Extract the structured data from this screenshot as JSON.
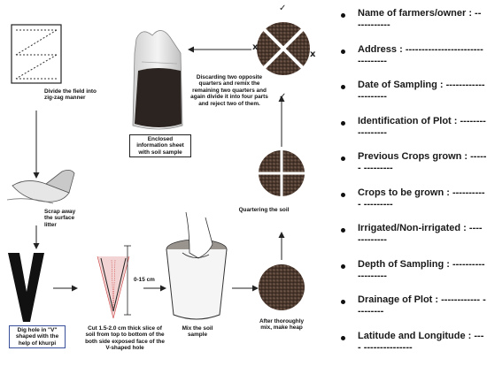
{
  "diagram": {
    "steps": {
      "zigzag": "Divide the field into zig-zag manner",
      "scrap": "Scrap away the surface litter",
      "dig": "Dig hole in \"V\" shaped with the help of khurpi",
      "cut": "Cut 1.5-2.0 cm thick slice of soil from top to bottom of the both side exposed face of the V-shaped hole",
      "depth": "0-15 cm",
      "mix": "Mix the soil sample",
      "heap": "After thoroughly mix, make heap",
      "quartering": "Quartering the soil",
      "discard": "Discarding two opposite quarters and remix the remaining two quarters and again divide it into four parts and reject two of them.",
      "enclosed": "Enclosed information sheet with soil sample"
    },
    "marks": {
      "check": "✓",
      "cross": "x"
    }
  },
  "checklist": [
    {
      "label": "Name of farmers/owner :",
      "dashes": "-- ----------"
    },
    {
      "label": "Address :",
      "dashes": "------------------------ ---------"
    },
    {
      "label": "Date of Sampling :",
      "dashes": "------------ ---------"
    },
    {
      "label": "Identification of Plot :",
      "dashes": "-------- ---------"
    },
    {
      "label": "Previous Crops grown :",
      "dashes": "------ ---------"
    },
    {
      "label": "Crops to be grown :",
      "dashes": "----------- ---------"
    },
    {
      "label": "Irrigated/Non-irrigated :",
      "dashes": "---- ---------"
    },
    {
      "label": "Depth of Sampling :",
      "dashes": "---------- ---------"
    },
    {
      "label": "Drainage of Plot :",
      "dashes": "------------ ---------"
    },
    {
      "label": "Latitude and Longitude :",
      "dashes": "---- ---------------"
    }
  ]
}
